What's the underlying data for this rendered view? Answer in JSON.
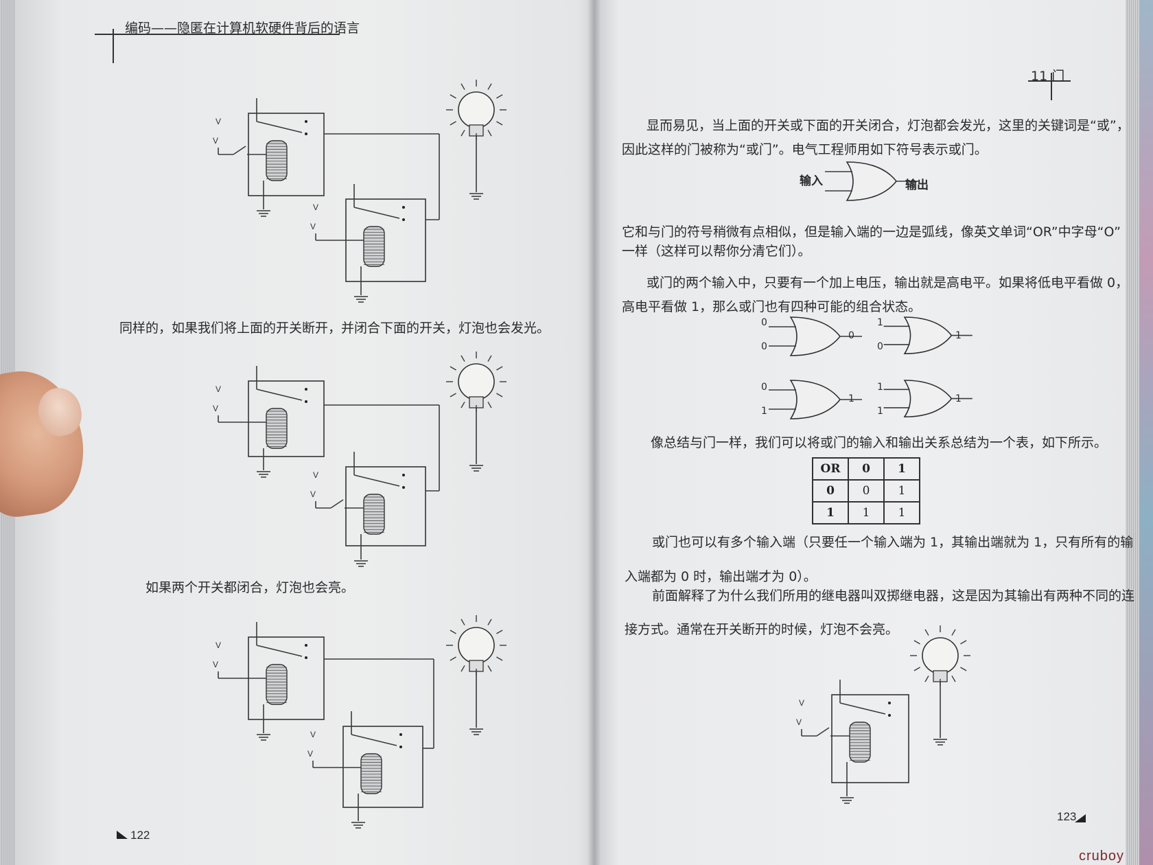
{
  "left_page": {
    "running_head": "编码——隐匿在计算机软硬件背后的语言",
    "caption1": "同样的，如果我们将上面的开关断开，并闭合下面的开关，灯泡也会发光。",
    "caption2": "如果两个开关都闭合，灯泡也会亮。",
    "page_number": "122",
    "voltage_label": "V"
  },
  "right_page": {
    "running_head": "11  门",
    "para1_line1": "显而易见，当上面的开关或下面的开关闭合，灯泡都会发光，这里的关键词是“或”，",
    "para1_line2": "因此这样的门被称为“或门”。电气工程师用如下符号表示或门。",
    "symbol_input": "输入",
    "symbol_output": "输出",
    "para2_line1": "它和与门的符号稍微有点相似，但是输入端的一边是弧线，像英文单词“OR”中字母“O”",
    "para2_line2": "一样（这样可以帮你分清它们）。",
    "para3_line1": "或门的两个输入中，只要有一个加上电压，输出就是高电平。如果将低电平看做 0，",
    "para3_line2": "高电平看做 1，那么或门也有四种可能的组合状态。",
    "gates": [
      {
        "in1": "0",
        "in2": "0",
        "out": "0"
      },
      {
        "in1": "1",
        "in2": "0",
        "out": "1"
      },
      {
        "in1": "0",
        "in2": "1",
        "out": "1"
      },
      {
        "in1": "1",
        "in2": "1",
        "out": "1"
      }
    ],
    "para4": "像总结与门一样，我们可以将或门的输入和输出关系总结为一个表，如下所示。",
    "table": {
      "corner": "OR",
      "col_headers": [
        "0",
        "1"
      ],
      "rows": [
        {
          "header": "0",
          "cells": [
            "0",
            "1"
          ]
        },
        {
          "header": "1",
          "cells": [
            "1",
            "1"
          ]
        }
      ]
    },
    "para5_line1": "或门也可以有多个输入端（只要任一个输入端为 1，其输出端就为 1，只有所有的输",
    "para5_line2": "入端都为 0 时，输出端才为 0）。",
    "para6_line1": "前面解释了为什么我们所用的继电器叫双掷继电器，这是因为其输出有两种不同的连",
    "para6_line2": "接方式。通常在开关断开的时候，灯泡不会亮。",
    "page_number": "123",
    "voltage_label": "V"
  },
  "watermark": "cruboy"
}
